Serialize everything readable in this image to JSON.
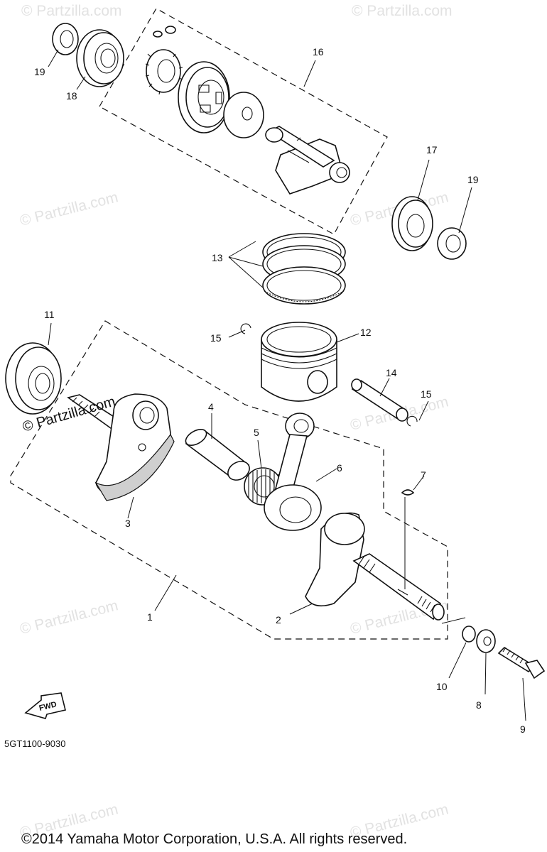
{
  "diagram": {
    "callouts": [
      "1",
      "2",
      "3",
      "4",
      "5",
      "6",
      "7",
      "8",
      "9",
      "10",
      "11",
      "12",
      "13",
      "14",
      "15",
      "15",
      "16",
      "17",
      "18",
      "19",
      "19"
    ],
    "fwd_label": "FWD",
    "drawing_code": "5GT1100-9030",
    "copyright": "©2014 Yamaha Motor Corporation, U.S.A. All rights reserved.",
    "watermark": "© Partzilla.com"
  }
}
